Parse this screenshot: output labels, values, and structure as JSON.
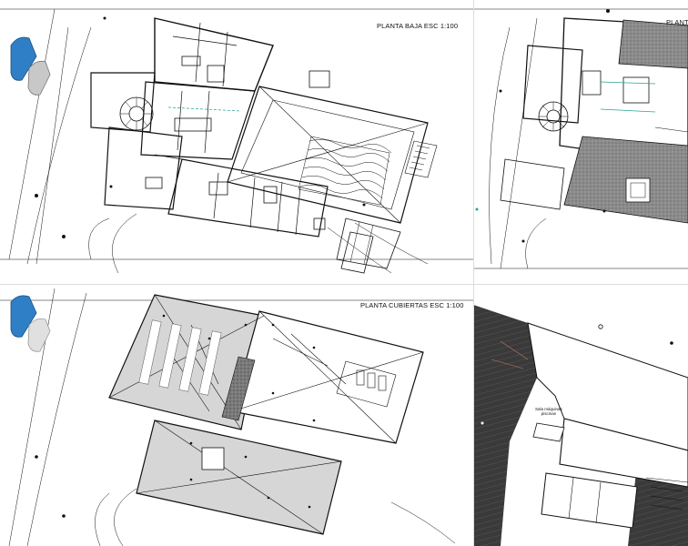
{
  "plans": {
    "ground_floor": {
      "title": "PLANTA BAJA ESC 1:100"
    },
    "upper_floor_partial": {
      "title": "PLANTA"
    },
    "roof": {
      "title": "PLANTA CUBIERTAS ESC 1:100"
    },
    "basement_partial": {
      "room_label_line1": "Sala máquinas",
      "room_label_line2": "piscinas"
    }
  },
  "colors": {
    "line": "#111111",
    "hatch_gray": "#8c8c8c",
    "roof_fill": "#d6d6d6",
    "car_blue": "#2f7fc7",
    "car_gray": "#b9b9b9",
    "basement_dark": "#3a3a3a"
  }
}
